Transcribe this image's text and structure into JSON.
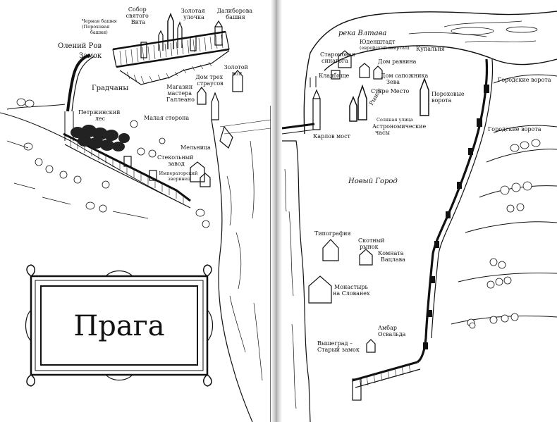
{
  "left_map": {
    "labels": {
      "black_tower": [
        "Черная башня",
        "(Пороховая",
        "башня)"
      ],
      "cathedral": [
        "Собор",
        "святого",
        "Вита"
      ],
      "golden_lane": [
        "Золотая",
        "улочка"
      ],
      "dalibor": [
        "Далиборова",
        "башня"
      ],
      "deer_moat": "Олений Ров",
      "castle": "Замок",
      "hradcany": "Градчаны",
      "golden_well": [
        "Золотой",
        "вол"
      ],
      "three_ostriches": [
        "Дом трех",
        "страусов"
      ],
      "galleano_shop": [
        "Магазин",
        "мастера",
        "Галлеано"
      ],
      "petrin_forest": [
        "Петржинский",
        "лес"
      ],
      "lesser_town": "Малая сторона",
      "mill": "Мельница",
      "glass_factory": [
        "Стекольный",
        "завод"
      ],
      "imperial_menagerie": [
        "Императорский",
        "зверинец"
      ]
    },
    "title": "Прага"
  },
  "right_map": {
    "labels": {
      "river": "река Влтава",
      "judenstadt": "Юденштадт",
      "jewish_quarter": "(еврейский квартал)",
      "bathhouse": "Купальня",
      "old_new_synagogue": [
        "Староновая",
        "синагога"
      ],
      "rabbi_house": "Дом раввина",
      "cemetery": "Кладбище",
      "zev_house": [
        "Дом сапожника",
        "Зева"
      ],
      "old_town": "Старе Место",
      "market": "Рынок",
      "powder_gate": [
        "Пороховые",
        "ворота"
      ],
      "salt_street": "Соляная улица",
      "astronomical_clock": [
        "Астрономические",
        "часы"
      ],
      "charles_bridge": "Карлов мост",
      "city_gate_1": "Городские ворота",
      "city_gate_2": "Городские ворота",
      "new_town": "Новый Город",
      "printing_house": "Типография",
      "cattle_market": [
        "Скотный",
        "рынок"
      ],
      "vaclav_room": [
        "Комната",
        "Вацлава"
      ],
      "slavic_monastery": [
        "Монастырь",
        "на Слованех"
      ],
      "oswald_barn": [
        "Амбар",
        "Освальда"
      ],
      "vysehrad": [
        "Вышеград –",
        "Старый замок"
      ]
    }
  }
}
